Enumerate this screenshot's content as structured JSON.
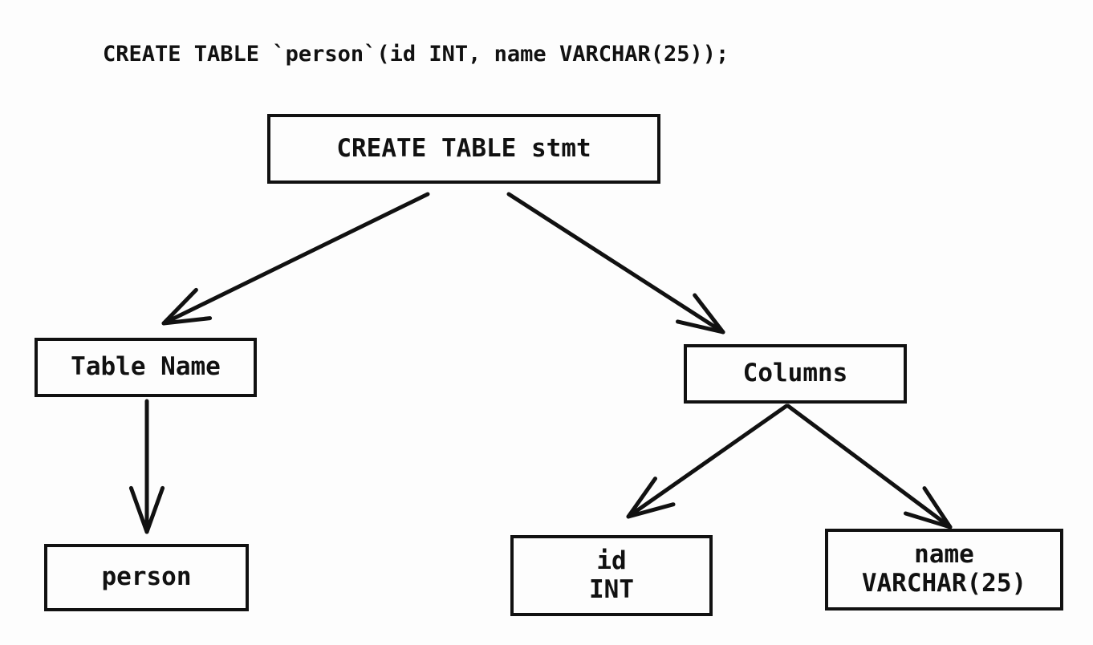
{
  "colors": {
    "background": "#fdfdfd",
    "ink": "#111111"
  },
  "sql_statement": "CREATE TABLE `person`(id INT, name VARCHAR(25));",
  "nodes": {
    "root": {
      "label": "CREATE TABLE stmt"
    },
    "table_name": {
      "label": "Table Name"
    },
    "columns": {
      "label": "Columns"
    },
    "person": {
      "label": "person"
    },
    "id_column": {
      "label": "id\nINT"
    },
    "name_column": {
      "label": "name\nVARCHAR(25)"
    }
  },
  "edges": [
    {
      "from": "root",
      "to": "table_name"
    },
    {
      "from": "root",
      "to": "columns"
    },
    {
      "from": "table_name",
      "to": "person"
    },
    {
      "from": "columns",
      "to": "id_column"
    },
    {
      "from": "columns",
      "to": "name_column"
    }
  ]
}
